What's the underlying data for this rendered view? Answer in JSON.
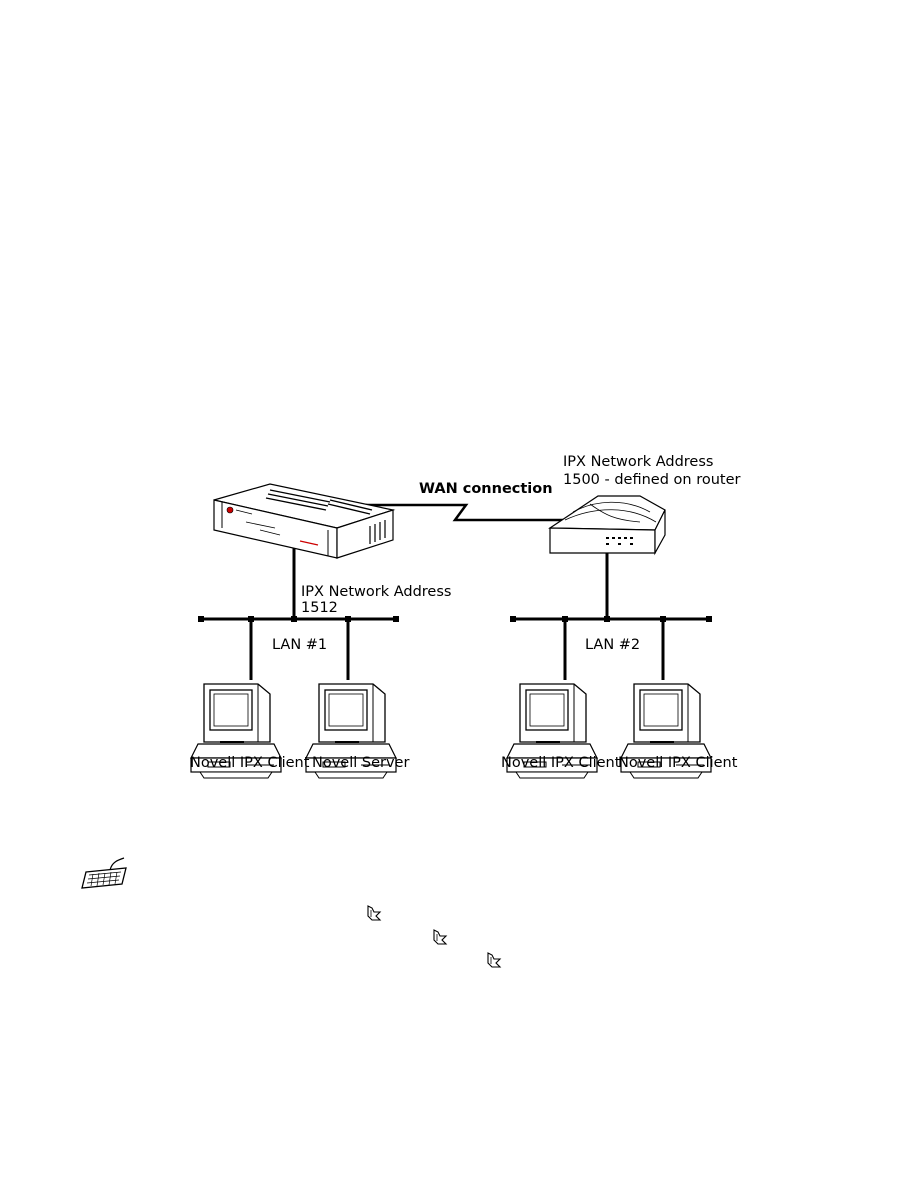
{
  "diagram": {
    "wan_label": "WAN connection",
    "router_address_line1": "IPX Network Address",
    "router_address_line2": "1500 - defined on router",
    "lan1_address_line1": "IPX Network Address",
    "lan1_address_line2": "1512",
    "lan1_label": "LAN #1",
    "lan2_label": "LAN #2",
    "computers": [
      {
        "label": "Novell IPX Client"
      },
      {
        "label": "Novell Server"
      },
      {
        "label": "Novell IPX Client"
      },
      {
        "label": "Novell IPX Client"
      }
    ]
  },
  "icons": {
    "keyboard": "keyboard-icon",
    "arrow": "hand-arrow-icon"
  }
}
